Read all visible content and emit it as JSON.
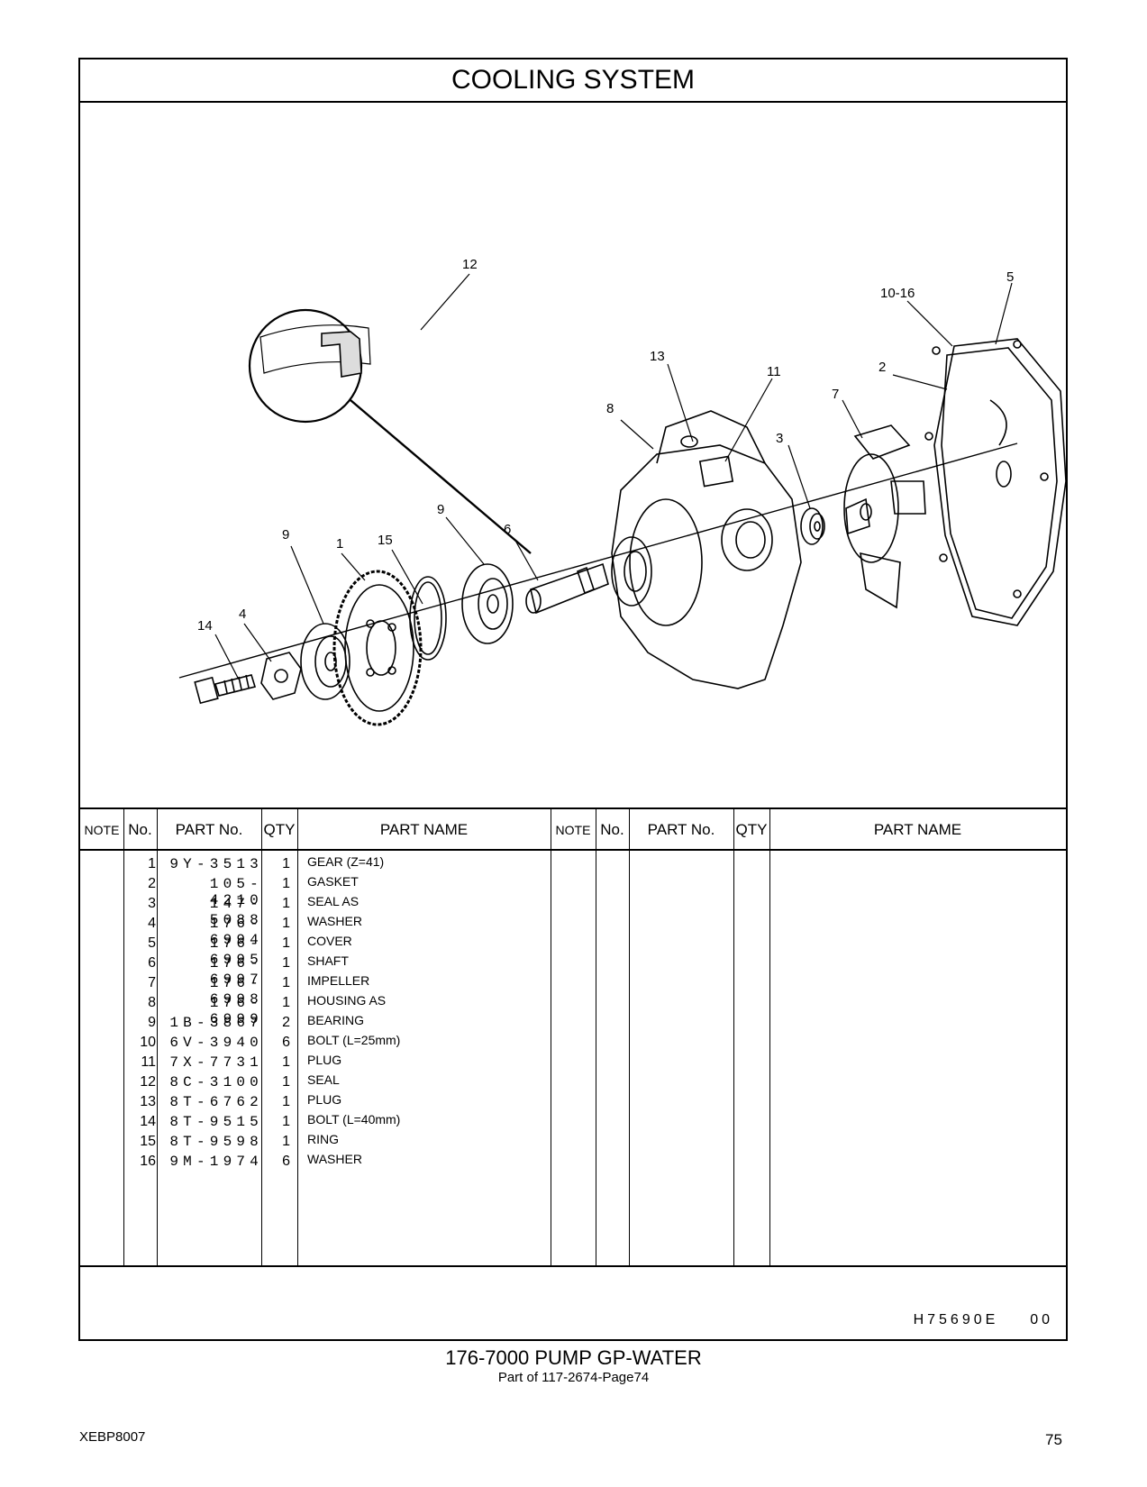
{
  "page": {
    "title": "COOLING   SYSTEM",
    "caption": "176-7000   PUMP  GP-WATER",
    "subcaption": "Part of 117-2674-Page74",
    "doc_id": "XEBP8007",
    "page_number": "75",
    "drawing_code": "H75690E",
    "drawing_rev": "00"
  },
  "diagram": {
    "callouts": [
      "12",
      "5",
      "10-16",
      "13",
      "2",
      "11",
      "7",
      "8",
      "3",
      "9",
      "9",
      "6",
      "1",
      "15",
      "4",
      "14"
    ]
  },
  "table": {
    "headers": {
      "note": "NOTE",
      "no": "No.",
      "part_no": "PART No.",
      "qty": "QTY",
      "part_name": "PART NAME"
    },
    "rows": [
      {
        "no": "1",
        "part_no": "9Y-3513",
        "qty": "1",
        "name": "GEAR (Z=41)"
      },
      {
        "no": "2",
        "part_no": "105-4210",
        "qty": "1",
        "name": "GASKET"
      },
      {
        "no": "3",
        "part_no": "147-5088",
        "qty": "1",
        "name": "SEAL  AS"
      },
      {
        "no": "4",
        "part_no": "176-6994",
        "qty": "1",
        "name": "WASHER"
      },
      {
        "no": "5",
        "part_no": "176-6995",
        "qty": "1",
        "name": "COVER"
      },
      {
        "no": "6",
        "part_no": "176-6997",
        "qty": "1",
        "name": "SHAFT"
      },
      {
        "no": "7",
        "part_no": "176-6998",
        "qty": "1",
        "name": "IMPELLER"
      },
      {
        "no": "8",
        "part_no": "176-6999",
        "qty": "1",
        "name": "HOUSING  AS"
      },
      {
        "no": "9",
        "part_no": "1B-3867",
        "qty": "2",
        "name": "BEARING"
      },
      {
        "no": "10",
        "part_no": "6V-3940",
        "qty": "6",
        "name": "BOLT (L=25mm)"
      },
      {
        "no": "11",
        "part_no": "7X-7731",
        "qty": "1",
        "name": "PLUG"
      },
      {
        "no": "12",
        "part_no": "8C-3100",
        "qty": "1",
        "name": "SEAL"
      },
      {
        "no": "13",
        "part_no": "8T-6762",
        "qty": "1",
        "name": "PLUG"
      },
      {
        "no": "14",
        "part_no": "8T-9515",
        "qty": "1",
        "name": "BOLT (L=40mm)"
      },
      {
        "no": "15",
        "part_no": "8T-9598",
        "qty": "1",
        "name": "RING"
      },
      {
        "no": "16",
        "part_no": "9M-1974",
        "qty": "6",
        "name": "WASHER"
      }
    ]
  }
}
